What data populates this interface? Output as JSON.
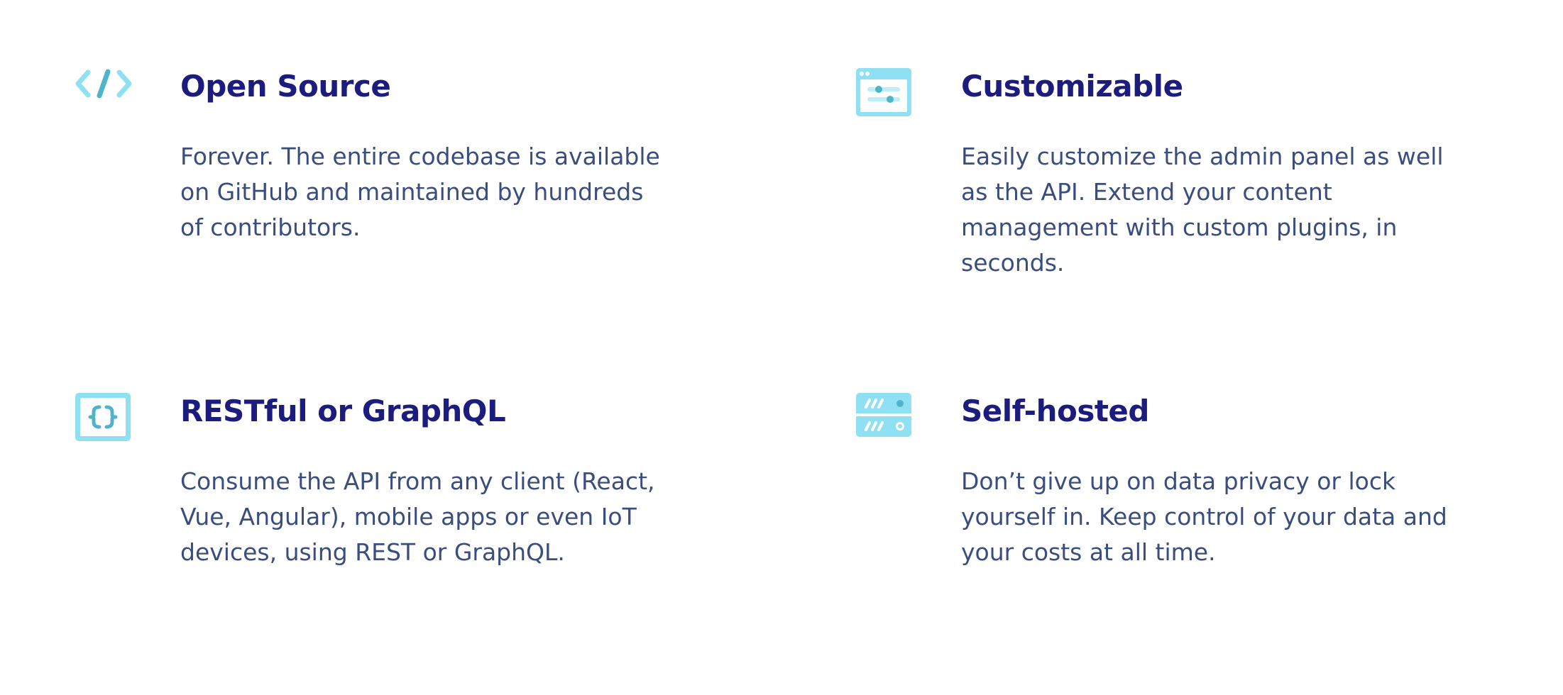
{
  "colors": {
    "title": "#1c1b7e",
    "text": "#3a4d7f",
    "icon_light": "#8fe0f2",
    "icon_dark": "#4fb4c9"
  },
  "features": [
    {
      "icon": "code-icon",
      "title": "Open Source",
      "description": "Forever. The entire codebase is available\non GitHub and maintained by hundreds\nof contributors."
    },
    {
      "icon": "settings-panel-icon",
      "title": "Customizable",
      "description": "Easily customize the admin panel as well\nas the API. Extend your content\nmanagement with custom plugins, in\nseconds."
    },
    {
      "icon": "braces-icon",
      "title": "RESTful or GraphQL",
      "description": "Consume the API from any client (React,\nVue, Angular), mobile apps or even IoT\ndevices, using REST or GraphQL."
    },
    {
      "icon": "server-icon",
      "title": "Self-hosted",
      "description": "Don’t give up on data privacy or lock\nyourself in. Keep control of your data and\nyour costs at all time."
    }
  ]
}
